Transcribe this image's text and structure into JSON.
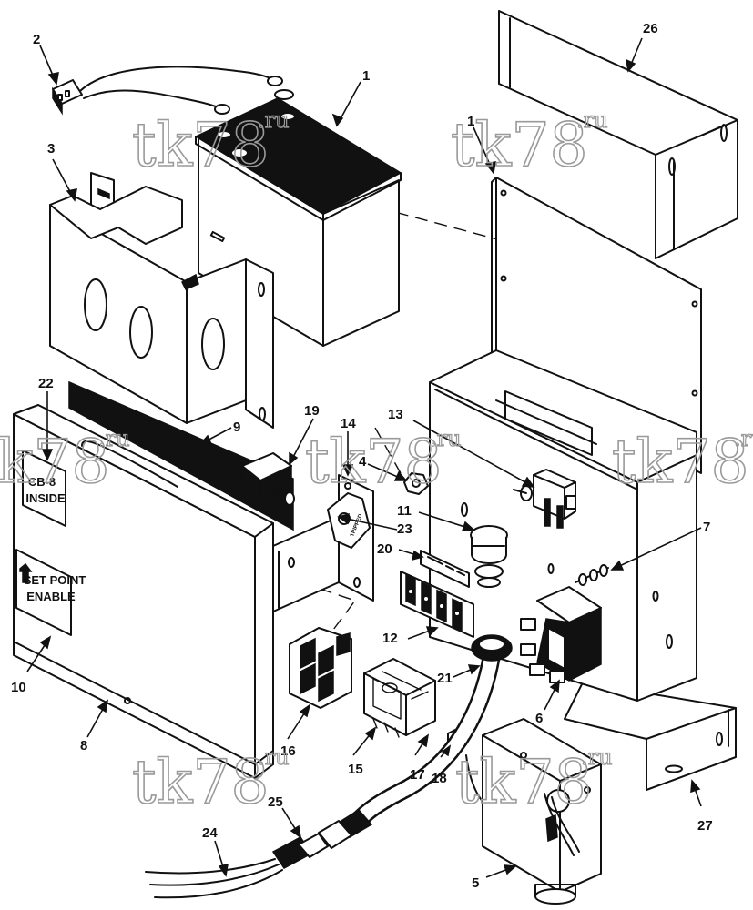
{
  "watermark": {
    "text": "tk78",
    "suffix": ".ru"
  },
  "decal_circuit_breaker": {
    "line1": "CB-8",
    "line2": "INSIDE"
  },
  "decal_set_point": {
    "line1": "SET POINT",
    "line2": "ENABLE"
  },
  "breaker_tag": "TRIPPED",
  "callouts": {
    "c1": "1",
    "c1b": "1",
    "c2": "2",
    "c3": "3",
    "c4": "4",
    "c5": "5",
    "c6": "6",
    "c7": "7",
    "c8": "8",
    "c9": "9",
    "c10": "10",
    "c11": "11",
    "c12": "12",
    "c13": "13",
    "c14": "14",
    "c15": "15",
    "c16": "16",
    "c17": "17",
    "c18": "18",
    "c19": "19",
    "c20": "20",
    "c21": "21",
    "c22": "22",
    "c23": "23",
    "c24": "24",
    "c25": "25",
    "c26": "26",
    "c27": "27"
  },
  "colors": {
    "line": "#111111",
    "watermark": "#9a9a9a",
    "background": "#ffffff"
  }
}
